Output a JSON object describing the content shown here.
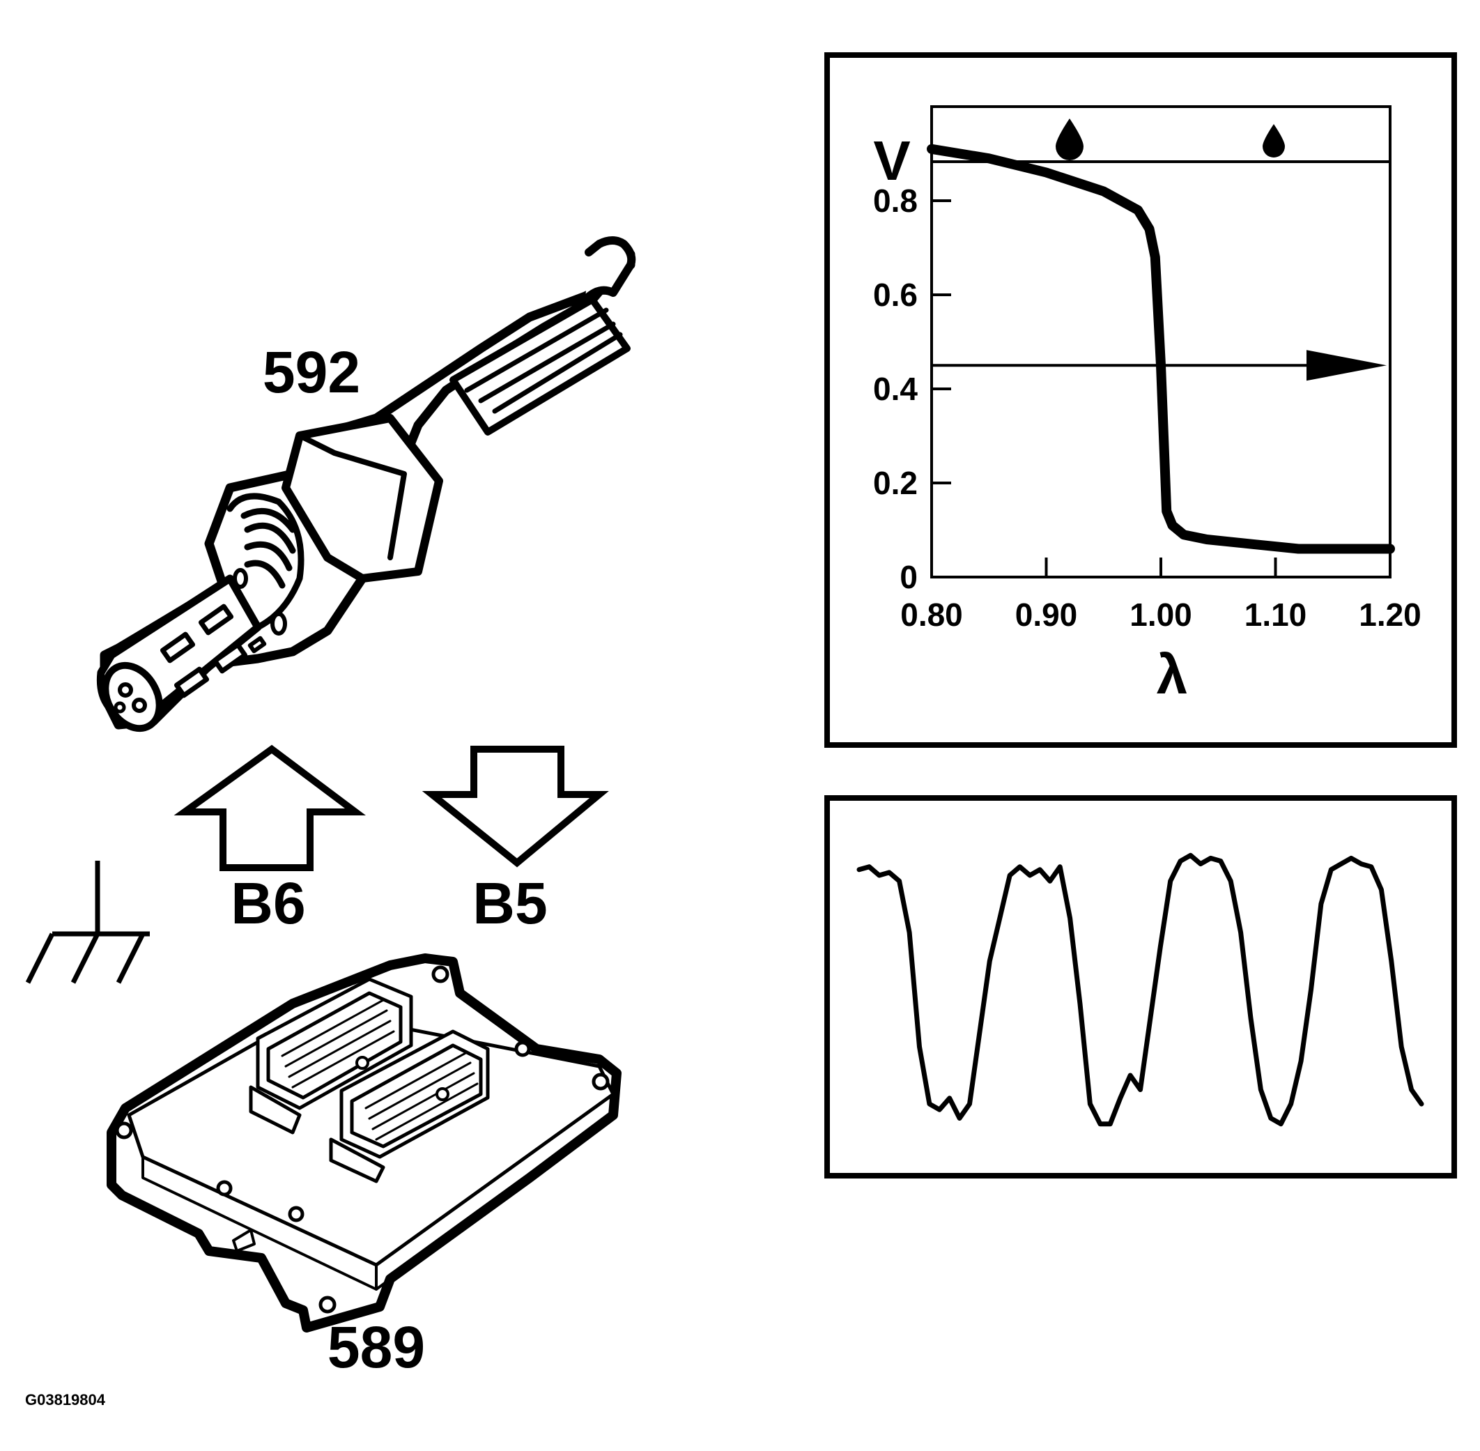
{
  "labels": {
    "sensor": "592",
    "ecu": "589",
    "arrow_up": "B6",
    "arrow_down": "B5",
    "reference": "G03819804"
  },
  "chart_data": {
    "type": "line",
    "title": "",
    "ylabel": "V",
    "xlabel": "λ",
    "x_ticks": [
      "0.80",
      "0.90",
      "1.00",
      "1.10",
      "1.20"
    ],
    "y_ticks": [
      "0",
      "0.2",
      "0.4",
      "0.6",
      "0.8"
    ],
    "xlim": [
      0.8,
      1.2
    ],
    "ylim": [
      0,
      1.0
    ],
    "threshold_v": 0.45,
    "series": [
      {
        "x": [
          0.8,
          0.85,
          0.9,
          0.95,
          0.98,
          0.99,
          0.995,
          1.0,
          1.005,
          1.01,
          1.02,
          1.04,
          1.08,
          1.12,
          1.2
        ],
        "y": [
          0.91,
          0.89,
          0.86,
          0.82,
          0.78,
          0.74,
          0.68,
          0.45,
          0.14,
          0.11,
          0.09,
          0.08,
          0.07,
          0.06,
          0.06
        ]
      }
    ]
  },
  "signal_trace": {
    "type": "line",
    "values": [
      0.92,
      0.93,
      0.9,
      0.91,
      0.88,
      0.7,
      0.3,
      0.1,
      0.08,
      0.12,
      0.05,
      0.1,
      0.35,
      0.6,
      0.75,
      0.9,
      0.93,
      0.9,
      0.92,
      0.88,
      0.93,
      0.75,
      0.45,
      0.1,
      0.03,
      0.03,
      0.12,
      0.2,
      0.15,
      0.4,
      0.65,
      0.88,
      0.95,
      0.97,
      0.94,
      0.96,
      0.95,
      0.88,
      0.7,
      0.4,
      0.15,
      0.05,
      0.03,
      0.1,
      0.25,
      0.5,
      0.8,
      0.92,
      0.94,
      0.96,
      0.94,
      0.93,
      0.85,
      0.6,
      0.3,
      0.15,
      0.1
    ]
  }
}
